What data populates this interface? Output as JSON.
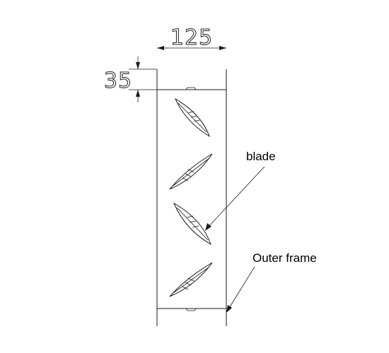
{
  "dimensions": {
    "width_label": "125",
    "height_label": "35"
  },
  "labels": {
    "blade": "blade",
    "outer_frame": "Outer frame"
  },
  "blade_count": 4
}
